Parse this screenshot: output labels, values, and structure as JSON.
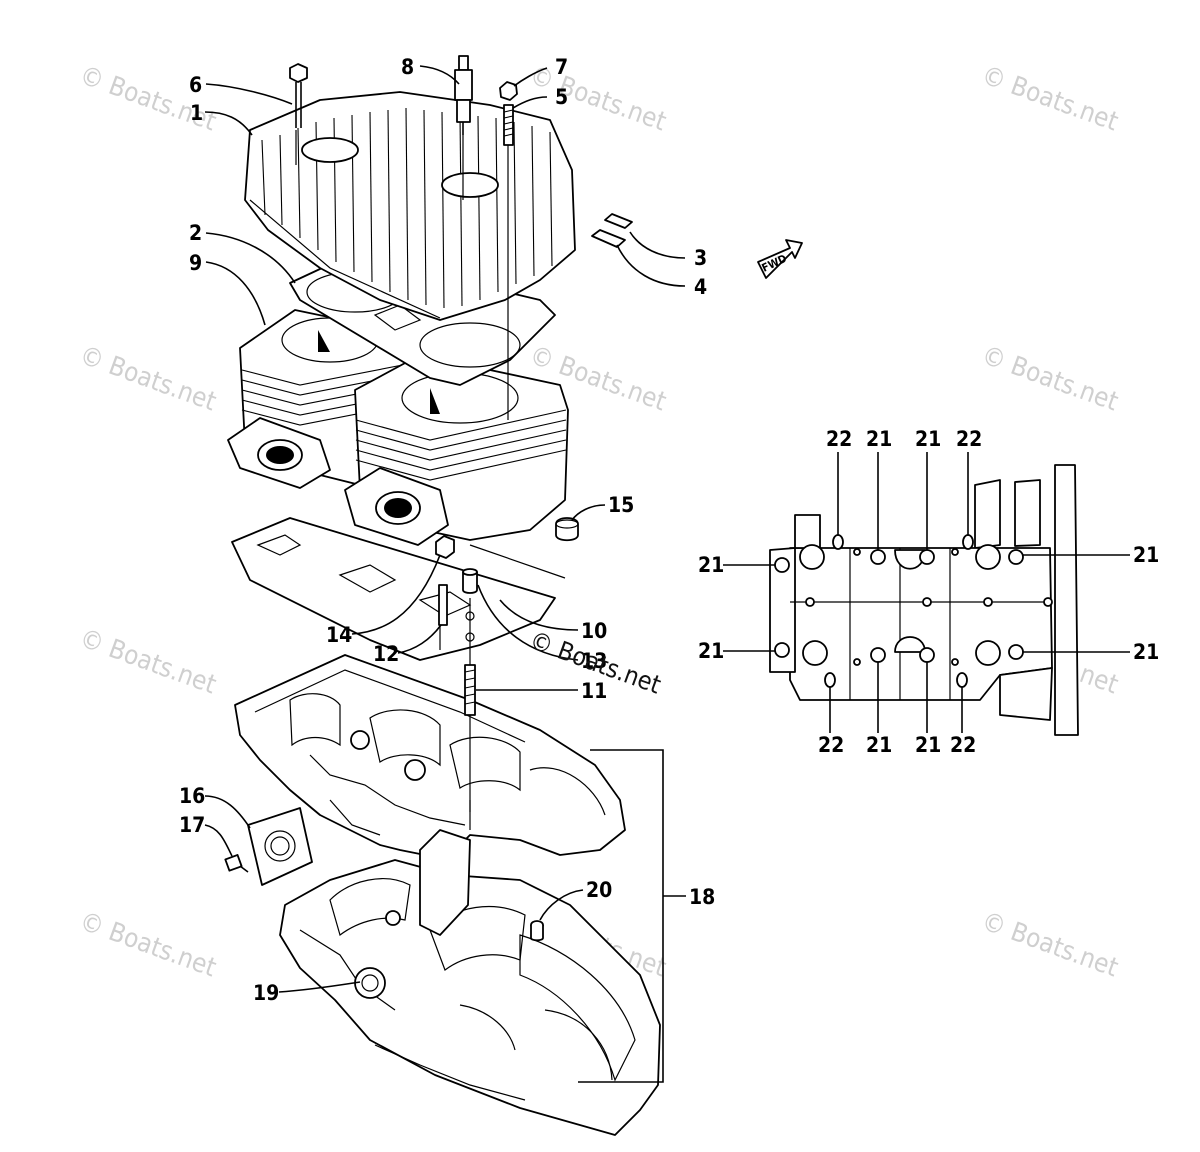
{
  "watermark": "© Boats.net",
  "fwd_label": "FWD",
  "callouts": {
    "c1": "1",
    "c2": "2",
    "c3": "3",
    "c4": "4",
    "c5": "5",
    "c6": "6",
    "c7": "7",
    "c8": "8",
    "c9": "9",
    "c10": "10",
    "c11": "11",
    "c12": "12",
    "c13": "13",
    "c14": "14",
    "c15": "15",
    "c16": "16",
    "c17": "17",
    "c18": "18",
    "c19": "19",
    "c20": "20",
    "c21": "21",
    "c22": "22"
  }
}
